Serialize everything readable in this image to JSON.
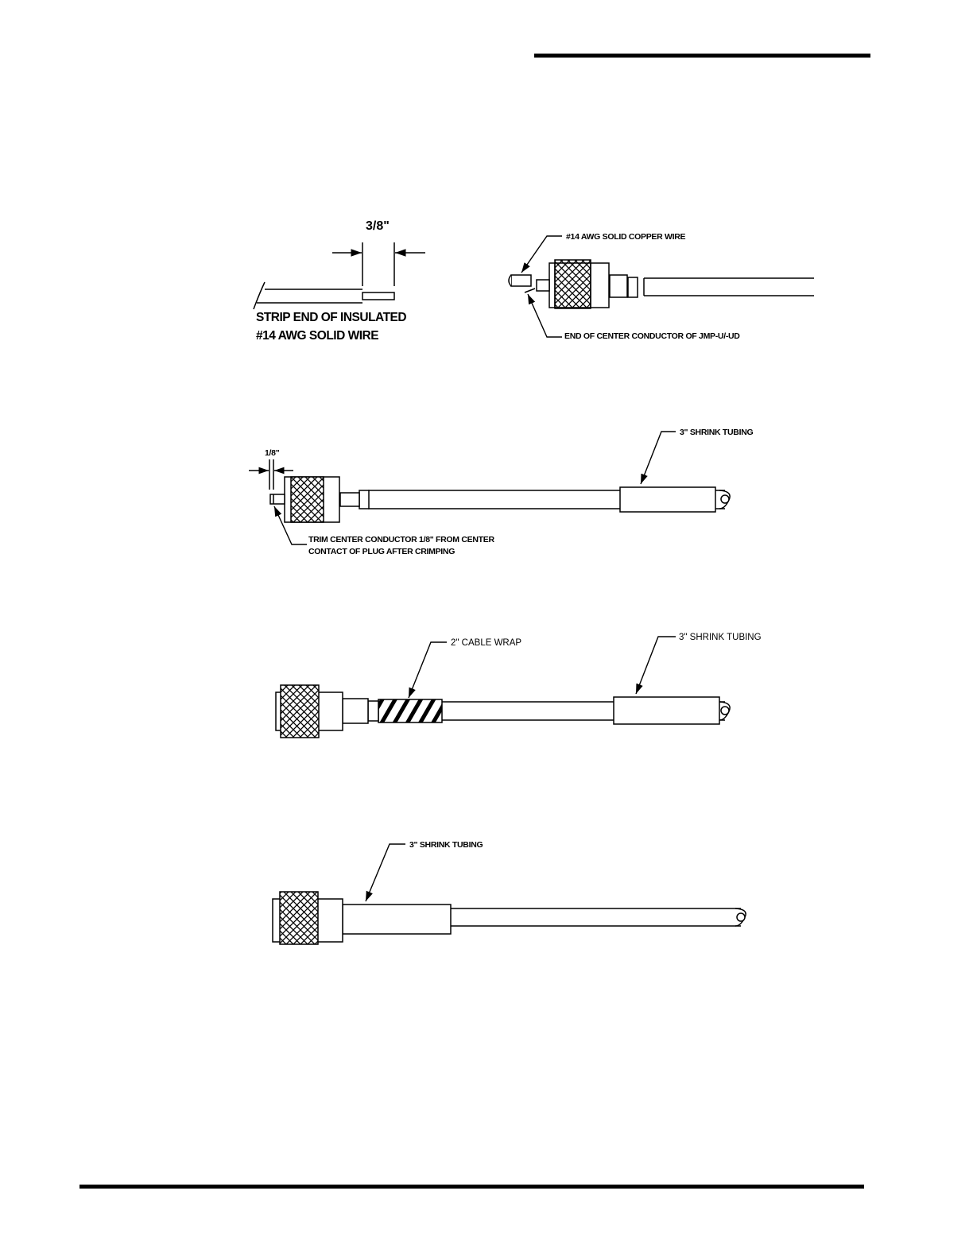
{
  "figure1": {
    "dimension_label": "3/8\"",
    "caption_line1": "STRIP END OF INSULATED",
    "caption_line2": "#14 AWG SOLID WIRE"
  },
  "figure2": {
    "wire_label": "#14 AWG SOLID COPPER WIRE",
    "conductor_label": "END OF CENTER CONDUCTOR OF JMP-U/-UD"
  },
  "figure3": {
    "dimension_label": "1/8\"",
    "tubing_label": "3\" SHRINK TUBING",
    "trim_line1": "TRIM CENTER CONDUCTOR 1/8\" FROM CENTER",
    "trim_line2": "CONTACT OF PLUG AFTER CRIMPING"
  },
  "figure4": {
    "wrap_label": "2\" CABLE WRAP",
    "tubing_label": "3\" SHRINK TUBING"
  },
  "figure5": {
    "tubing_label": "3\" SHRINK TUBING"
  }
}
